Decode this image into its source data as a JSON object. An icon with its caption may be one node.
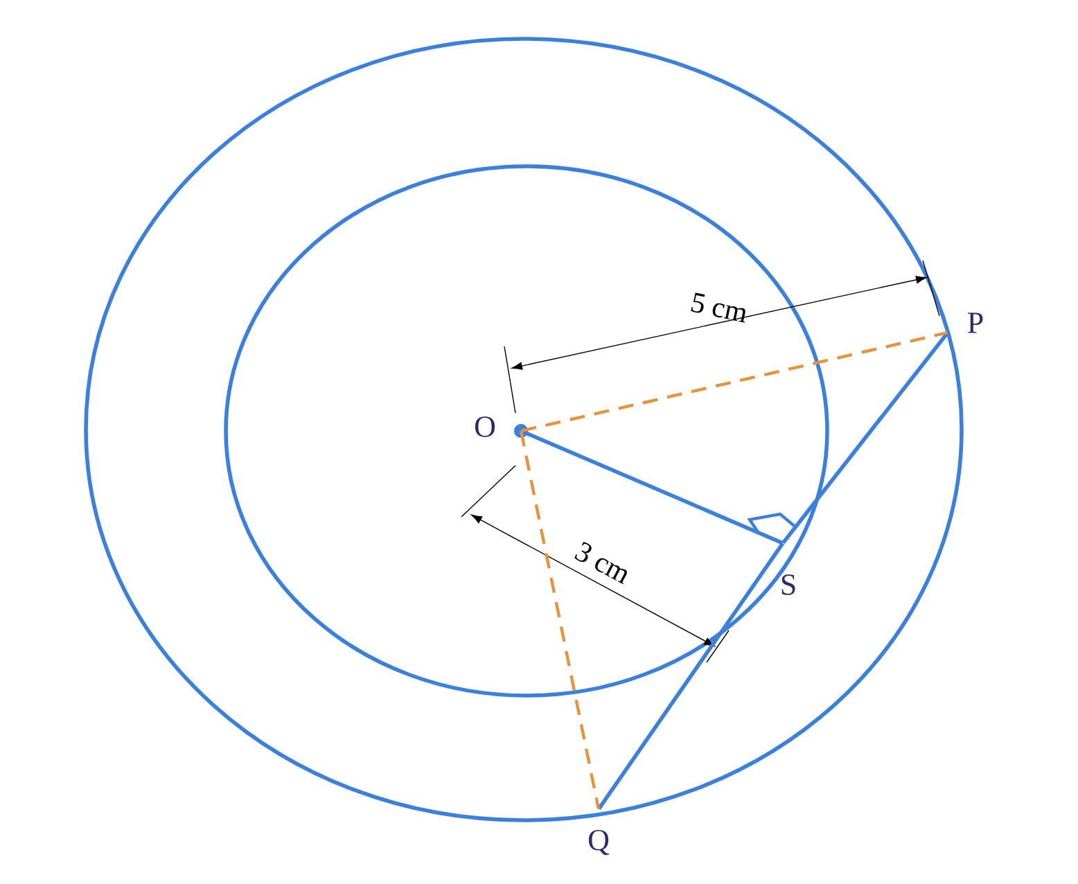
{
  "diagram": {
    "nodes": [
      {
        "text": [
          "O"
        ]
      },
      {
        "text": [
          "P"
        ]
      },
      {
        "text": [
          "S"
        ]
      },
      {
        "text": [
          "Q"
        ]
      }
    ],
    "edges": [
      {
        "from": 0,
        "to": 2,
        "arrow": "none"
      },
      {
        "from": 2,
        "to": 1,
        "arrow": "none"
      },
      {
        "from": 2,
        "to": 3,
        "arrow": "none"
      },
      {
        "from": 0,
        "to": 1,
        "arrow": "none",
        "style": "dashed",
        "color": "#e8923a"
      },
      {
        "from": 0,
        "to": 3,
        "arrow": "none",
        "style": "dashed",
        "color": "#e8923a"
      }
    ],
    "labels": [
      "5 cm",
      "3 cm"
    ]
  }
}
